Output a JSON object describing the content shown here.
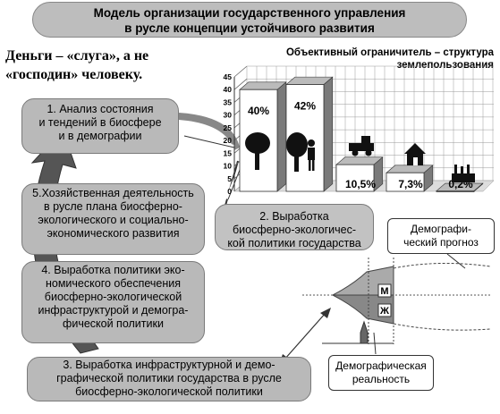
{
  "header": {
    "title_line1": "Модель организации государственного управления",
    "title_line2": "в русле концепции устойчивого развития"
  },
  "motto": {
    "line1": "Деньги – «слуга», а не",
    "line2": "«господин» человеку."
  },
  "cycle_steps": [
    {
      "line1": "1. Анализ состояния",
      "line2": "и тендений в биосфере",
      "line3": "и в демографии"
    },
    {
      "line1": "2. Выработка",
      "line2": "биосферно-экологичес-",
      "line3": "кой политики государства"
    },
    {
      "line1": "3. Выработка инфраструктурной и демо-",
      "line2": "графической политики государства в русле",
      "line3": "биосферно-экологической политики"
    },
    {
      "line1": "4. Выработка политики эко-",
      "line2": "номического обеспечения",
      "line3": "биосферно-экологической",
      "line4": "инфраструктурой и демогра-",
      "line5": "фической политики"
    },
    {
      "line1": "5.Хозяйственная деятельность",
      "line2": "в русле плана биосферно-",
      "line3": "экологического и социально-",
      "line4": "экономического развития"
    }
  ],
  "chart_data": {
    "type": "bar",
    "title_line1": "Объективный ограничитель – структура",
    "title_line2": "землепользования",
    "categories": [
      "forest",
      "agriculture",
      "industry-machinery",
      "housing",
      "factories"
    ],
    "category_icons": [
      "tree-icon",
      "tree-person-icon",
      "harvester-icon",
      "house-icon",
      "factory-icon"
    ],
    "values": [
      40,
      42,
      10.5,
      7.3,
      0.2
    ],
    "value_labels": [
      "40%",
      "42%",
      "10,5%",
      "7,3%",
      "0,2%"
    ],
    "y_ticks": [
      "0",
      "5",
      "10",
      "15",
      "20",
      "25",
      "30",
      "35",
      "40",
      "45"
    ],
    "ylim": [
      0,
      45
    ],
    "grid": true
  },
  "demography": {
    "forecast_label_line1": "Демографи-",
    "forecast_label_line2": "ческий прогноз",
    "reality_label_line1": "Демографическая",
    "reality_label_line2": "реальность",
    "male_label": "М",
    "female_label": "Ж"
  },
  "colors": {
    "box_fill": "#b9b9b9",
    "bar_front": "#ffffff",
    "bar_side": "#7a7a7a",
    "dark": "#333333"
  }
}
